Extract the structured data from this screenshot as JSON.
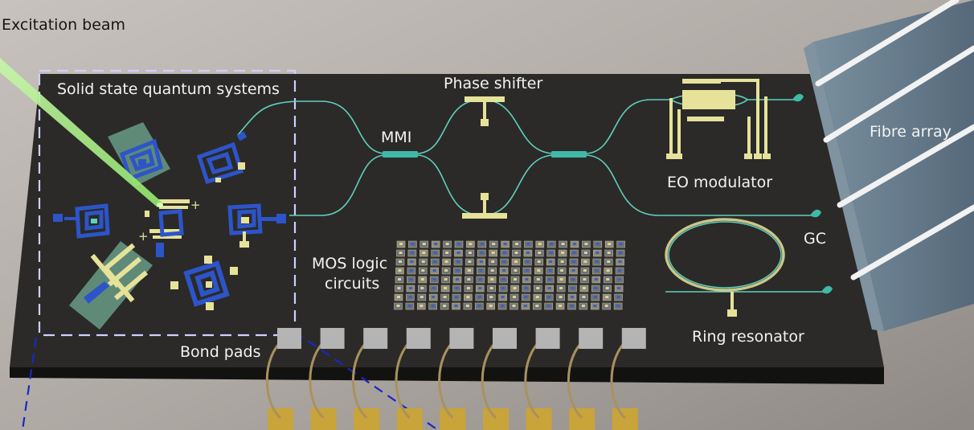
{
  "labels": {
    "excitation_beam": "Excitation beam",
    "solid_state": "Solid state quantum systems",
    "phase_shifter": "Phase shifter",
    "mmi": "MMI",
    "eo_modulator": "EO modulator",
    "fibre_array": "Fibre array",
    "gc": "GC",
    "mos_line1": "MOS logic",
    "mos_line2": "circuits",
    "bond_pads": "Bond pads",
    "ring_resonator": "Ring resonator",
    "plus_top": "+",
    "plus_bottom": "+"
  },
  "colors": {
    "background": "#b1aba6",
    "chip_top": "#2b2a28",
    "chip_front": "#121211",
    "waveguide": "#5fd0bd",
    "mmi": "#40b9a8",
    "gold_electrode": "#e6e29a",
    "quantum_device": "#2d55c9",
    "substrate_green": "#5f8a78",
    "beam": "#9ee27a",
    "dashed_box": "#cdd0ff",
    "projection_line": "#1a26c8",
    "fibre_block": "#667e8e",
    "bond_pad": "#b4b4b4",
    "bottom_pad": "#c9a43a"
  },
  "counts": {
    "bond_pads": 9,
    "mos_columns": 20,
    "mos_rows": 8
  }
}
